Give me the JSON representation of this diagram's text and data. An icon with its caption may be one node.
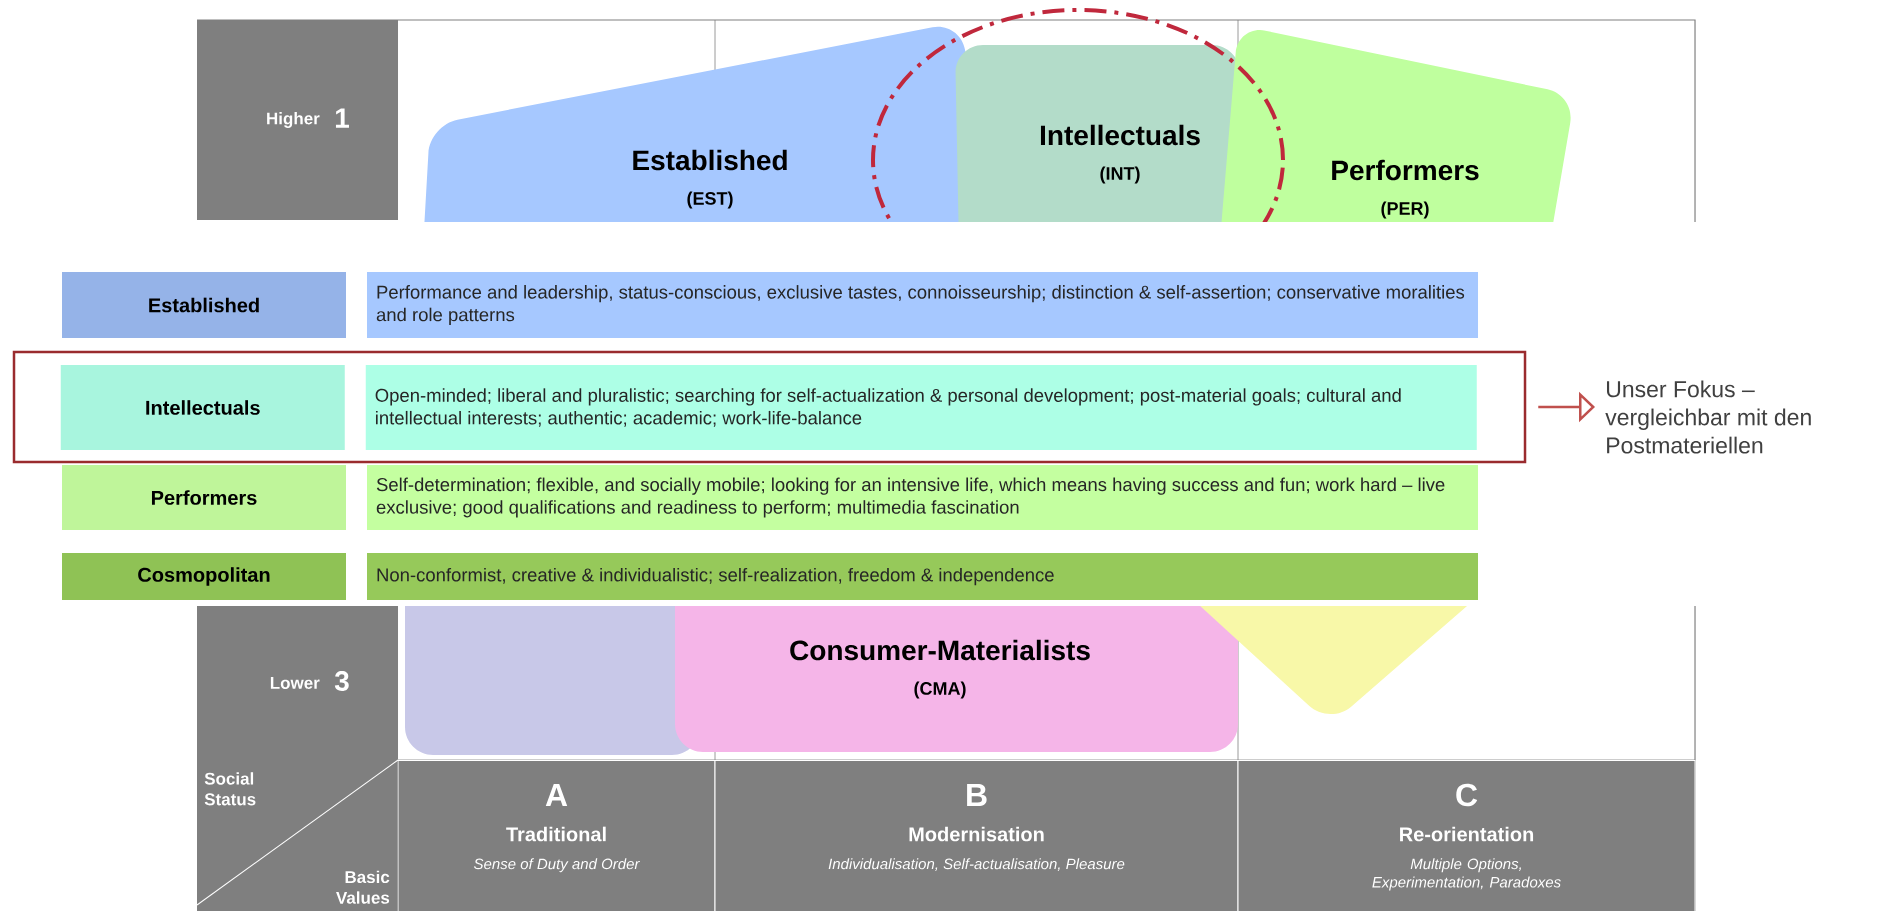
{
  "diagram": {
    "nodes": [
      {
        "text": [
          "Higher",
          "1"
        ]
      },
      {
        "text": [
          "Established",
          "(EST)"
        ]
      },
      {
        "text": [
          "Intellectuals",
          "(INT)"
        ]
      },
      {
        "text": [
          "Performers",
          "(PER)"
        ]
      },
      {
        "text": [
          "Established"
        ]
      },
      {
        "text": [
          "Performance and leadership, status-conscious, exclusive tastes, connoisseurship; distinction & self-assertion; conservative moralities and role patterns"
        ]
      },
      {
        "text": [],
        "shape": "box"
      },
      {
        "text": [
          "Intellectuals"
        ],
        "in": 6
      },
      {
        "text": [
          "Open-minded; liberal and pluralistic; searching for self-actualization & personal development; post-material goals; cultural and intellectual interests; authentic; academic; work-life-balance"
        ],
        "in": 6
      },
      {
        "text": [
          "Performers"
        ]
      },
      {
        "text": [
          "Self-determination; flexible, and socially mobile; looking for an intensive life, which means having success and fun; work hard – live exclusive; good qualifications and readiness to perform; multimedia fascination"
        ]
      },
      {
        "text": [
          "Cosmopolitan"
        ]
      },
      {
        "text": [
          "Non-conformist, creative & individualistic; self-realization, freedom & independence"
        ]
      },
      {
        "text": [
          "Unser Fokus – vergleichbar mit den Postmateriellen"
        ]
      },
      {
        "text": [
          "Lower",
          "3"
        ]
      },
      {
        "text": [],
        "shape": "box"
      },
      {
        "text": [
          "Consumer-Materialists",
          "(CMA)"
        ]
      },
      {
        "text": [],
        "shape": "box"
      },
      {
        "text": [
          "Social Status",
          "Basic Values"
        ]
      },
      {
        "text": [
          "A",
          "Traditional",
          "Sense of Duty and Order"
        ]
      },
      {
        "text": [
          "B",
          "Modernisation",
          "Individualisation, Self-actualisation, Pleasure"
        ]
      },
      {
        "text": [
          "C",
          "Re-orientation",
          "Multiple Options, Experimentation, Paradoxes"
        ]
      }
    ],
    "edges": [
      {
        "from": 6,
        "to": 13,
        "arrow": "to"
      }
    ]
  }
}
